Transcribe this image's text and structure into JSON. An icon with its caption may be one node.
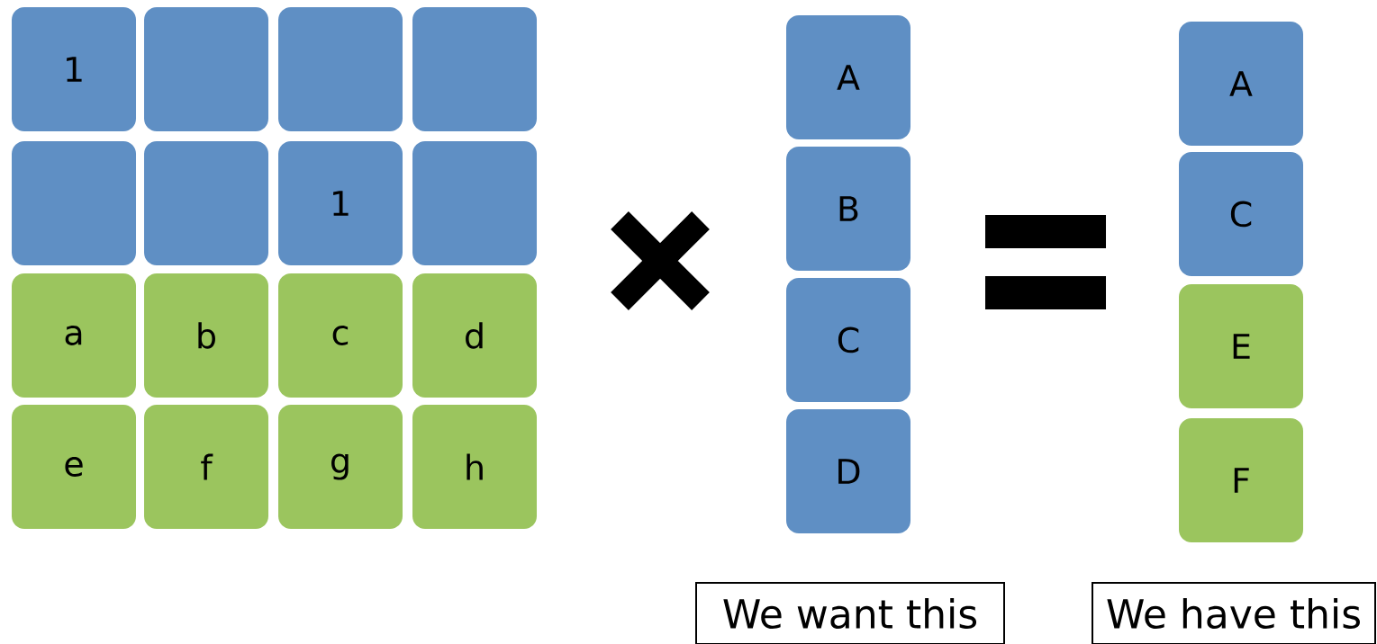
{
  "diagram": {
    "nodes": [
      {
        "text": [
          "1"
        ]
      },
      {
        "text": [],
        "shape": "box"
      },
      {
        "text": [],
        "shape": "box"
      },
      {
        "text": [],
        "shape": "box"
      },
      {
        "text": [],
        "shape": "box"
      },
      {
        "text": [],
        "shape": "box"
      },
      {
        "text": [
          "1"
        ]
      },
      {
        "text": [],
        "shape": "box"
      },
      {
        "text": [
          "a"
        ]
      },
      {
        "text": [
          "b"
        ]
      },
      {
        "text": [
          "c"
        ]
      },
      {
        "text": [
          "d"
        ]
      },
      {
        "text": [
          "e"
        ]
      },
      {
        "text": [
          "f"
        ]
      },
      {
        "text": [
          "g"
        ]
      },
      {
        "text": [
          "h"
        ]
      },
      {
        "text": [
          "A"
        ]
      },
      {
        "text": [
          "B"
        ]
      },
      {
        "text": [
          "C"
        ]
      },
      {
        "text": [
          "D"
        ]
      },
      {
        "text": [
          "A"
        ]
      },
      {
        "text": [
          "C"
        ]
      },
      {
        "text": [
          "E"
        ]
      },
      {
        "text": [
          "F"
        ]
      },
      {
        "text": [
          "We want this"
        ]
      },
      {
        "text": [
          "We have this"
        ]
      }
    ]
  }
}
